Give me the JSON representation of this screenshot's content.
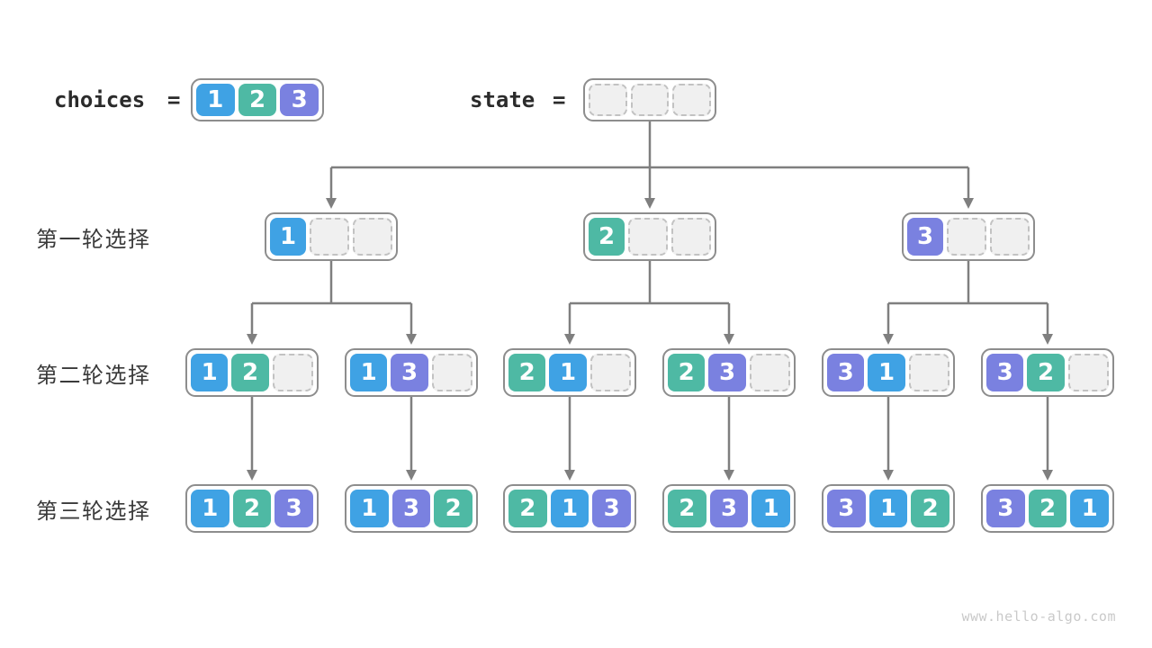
{
  "palette": {
    "1": "#3FA2E4",
    "2": "#4EB9A4",
    "3": "#7A81E0"
  },
  "colors": {
    "arrow": "#7F7F7F",
    "node_border": "#8D8D8D",
    "empty_cell_fill": "#F0F0F0",
    "empty_cell_border": "#C2C2C2",
    "label_text": "#3A3A3A",
    "keyword_text": "#2B2B2B",
    "watermark_text": "#C9C9C9"
  },
  "header": {
    "choices_label": "choices",
    "equals": "=",
    "choices_values": [
      1,
      2,
      3
    ],
    "state_label": "state",
    "state_cells": [
      null,
      null,
      null
    ]
  },
  "tree": {
    "levels": [
      {
        "label": "第一轮选择",
        "nodes": [
          {
            "cells": [
              1,
              null,
              null
            ],
            "parent": 0
          },
          {
            "cells": [
              2,
              null,
              null
            ],
            "parent": 0
          },
          {
            "cells": [
              3,
              null,
              null
            ],
            "parent": 0
          }
        ]
      },
      {
        "label": "第二轮选择",
        "nodes": [
          {
            "cells": [
              1,
              2,
              null
            ],
            "parent": 0
          },
          {
            "cells": [
              1,
              3,
              null
            ],
            "parent": 0
          },
          {
            "cells": [
              2,
              1,
              null
            ],
            "parent": 1
          },
          {
            "cells": [
              2,
              3,
              null
            ],
            "parent": 1
          },
          {
            "cells": [
              3,
              1,
              null
            ],
            "parent": 2
          },
          {
            "cells": [
              3,
              2,
              null
            ],
            "parent": 2
          }
        ]
      },
      {
        "label": "第三轮选择",
        "nodes": [
          {
            "cells": [
              1,
              2,
              3
            ],
            "parent": 0
          },
          {
            "cells": [
              1,
              3,
              2
            ],
            "parent": 1
          },
          {
            "cells": [
              2,
              1,
              3
            ],
            "parent": 2
          },
          {
            "cells": [
              2,
              3,
              1
            ],
            "parent": 3
          },
          {
            "cells": [
              3,
              1,
              2
            ],
            "parent": 4
          },
          {
            "cells": [
              3,
              2,
              1
            ],
            "parent": 5
          }
        ]
      }
    ]
  },
  "footer": {
    "watermark": "www.hello-algo.com"
  }
}
